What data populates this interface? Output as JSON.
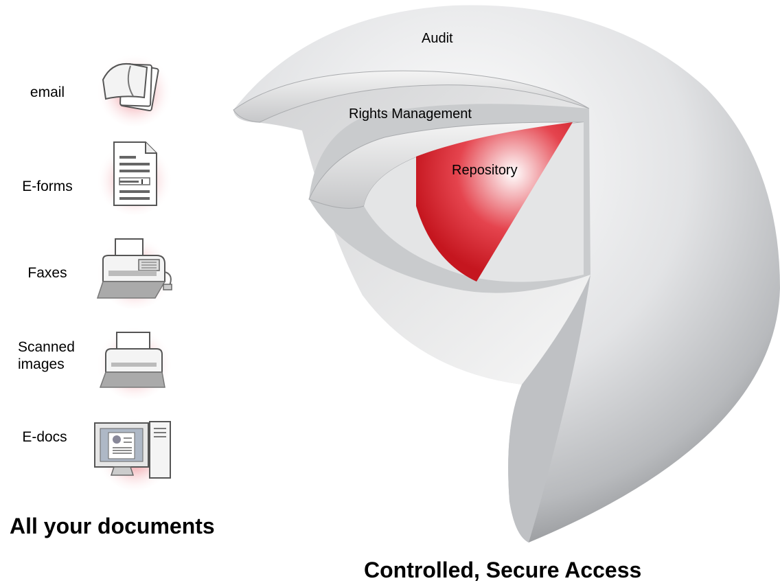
{
  "left_panel": {
    "sources": [
      {
        "label": "email",
        "icon": "email-envelopes-icon"
      },
      {
        "label": "E-forms",
        "icon": "form-document-icon"
      },
      {
        "label": "Faxes",
        "icon": "fax-machine-icon"
      },
      {
        "label": "Scanned\nimages",
        "icon": "scanner-icon"
      },
      {
        "label": "E-docs",
        "icon": "desktop-computer-icon"
      }
    ],
    "heading": "All your documents"
  },
  "sphere": {
    "layers": [
      {
        "label": "Audit"
      },
      {
        "label": "Rights Management"
      },
      {
        "label": "Repository"
      }
    ],
    "heading": "Controlled, Secure Access"
  },
  "colors": {
    "accent_red": "#d9202b",
    "glow_pink": "#f2b8bd",
    "shell_grey": "#cfd1d3",
    "background": "#ffffff"
  }
}
